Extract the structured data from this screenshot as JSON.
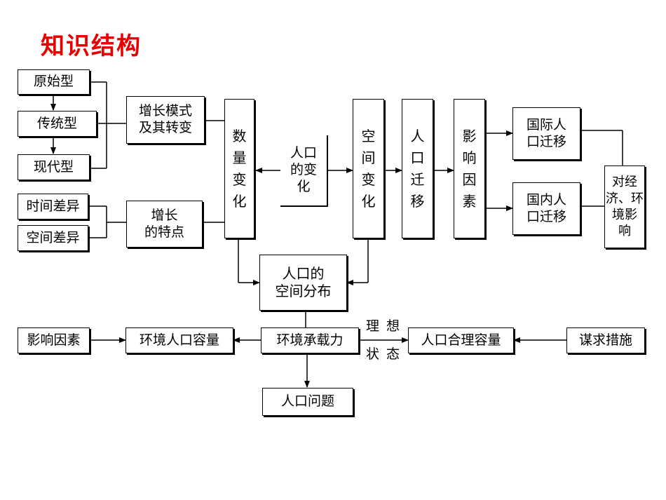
{
  "title": "知识结构",
  "nodes": {
    "yuanshi": "原始型",
    "chuantong": "传统型",
    "xiandai": "现代型",
    "zengzhang_moshi": "增长模式\n及其转变",
    "shijian": "时间差异",
    "kongjian": "空间差异",
    "zengzhang_tedian": "增长\n的特点",
    "shuliang": "数\n量\n变\n化",
    "renkou_bianhua": "人口\n的变\n化",
    "kongjian_bianhua": "空\n间\n变\n化",
    "renkou_qianyi": "人\n口\n迁\n移",
    "yingxiang_yinsu_v": "影\n响\n因\n素",
    "guoji": "国际人\n口迁移",
    "guonei": "国内人\n口迁移",
    "duijingji": "对经\n济、环\n境影\n响",
    "kongjian_fenbu": "人口的\n空间分布",
    "yingxiang_yinsu": "影响因素",
    "huanjing_rongliang": "环境人口容量",
    "chengzaili": "环境承载力",
    "heli_rongliang": "人口合理容量",
    "mouqiu": "谋求措施",
    "renkou_wenti": "人口问题"
  },
  "edge_labels": {
    "lixiang": "理想",
    "zhuangtai": "状态"
  }
}
